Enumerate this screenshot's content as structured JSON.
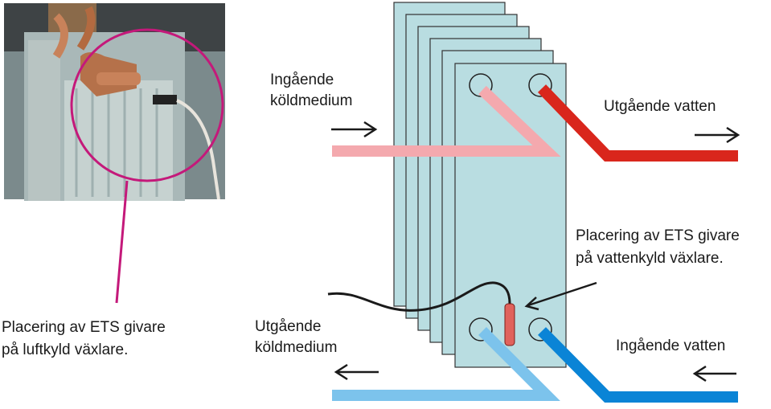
{
  "labels": {
    "refrigerant_in_line1": "Ingående",
    "refrigerant_in_line2": "köldmedium",
    "water_out": "Utgående vatten",
    "ets_water_line1": "Placering av ETS givare",
    "ets_water_line2": "på vattenkyld växlare.",
    "ets_air_line1": "Placering av ETS givare",
    "ets_air_line2": "på luftkyld växlare.",
    "refrigerant_out_line1": "Utgående",
    "refrigerant_out_line2": "köldmedium",
    "water_in": "Ingående vatten"
  },
  "colors": {
    "plate_fill": "#b9dde1",
    "plate_stroke": "#333333",
    "refrigerant_in": "#f4a9ae",
    "water_out": "#d9261c",
    "refrigerant_out": "#7cc3ec",
    "water_in": "#0a84d6",
    "sensor": "#e0625c",
    "circle_highlight": "#c4197a"
  },
  "icons": [
    "flow-arrow-right-icon",
    "flow-arrow-left-icon",
    "pointer-arrow-icon",
    "temperature-sensor-icon"
  ]
}
